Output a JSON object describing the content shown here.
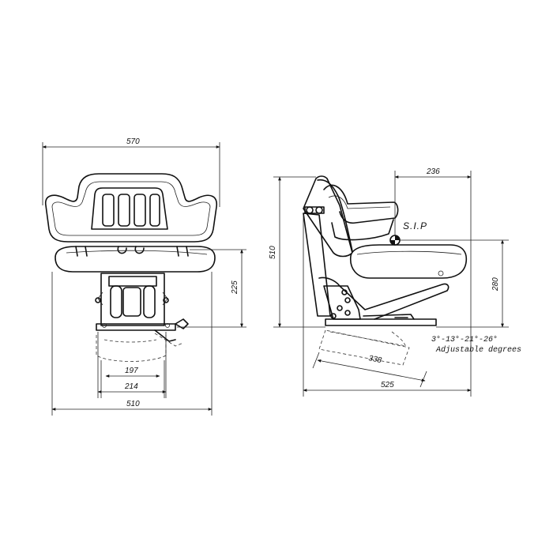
{
  "front_view": {
    "dim_top_width": "570",
    "dim_height": "225",
    "dim_inner_width": "197",
    "dim_base_width": "214",
    "dim_overall_width": "510"
  },
  "side_view": {
    "dim_top_offset": "236",
    "dim_total_height": "510",
    "dim_sip_height": "280",
    "dim_slide_length": "338",
    "dim_depth": "525",
    "sip_label": "S.I.P",
    "angles_label": "3°-13°-21°-26°",
    "adjustable_label": "Adjustable degrees"
  }
}
